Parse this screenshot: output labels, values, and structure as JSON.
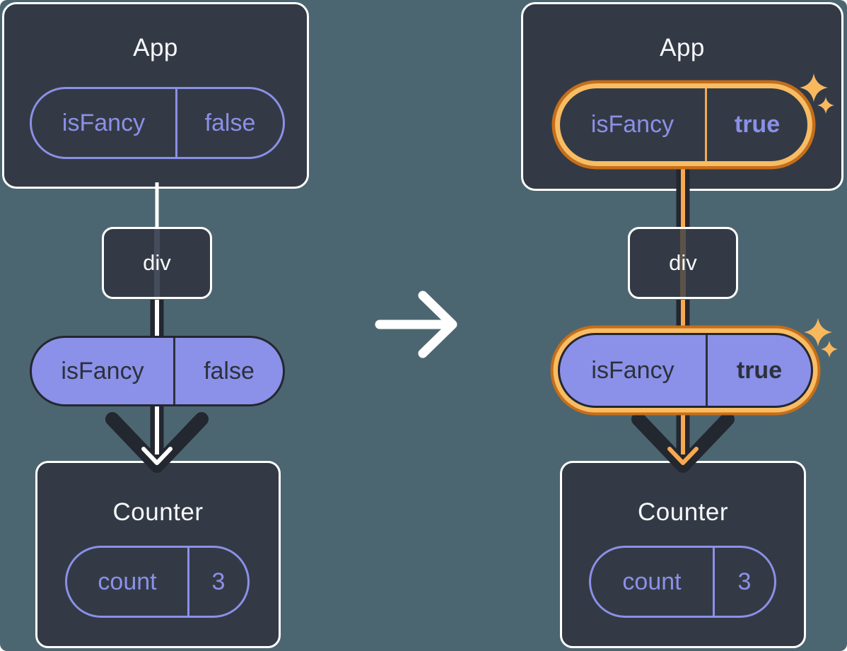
{
  "colors": {
    "background": "#4c6671",
    "node_fill": "#333a45",
    "node_border": "#ffffff",
    "accent_purple": "#8b90e8",
    "ink_dark": "#23272f",
    "highlight_orange_dark": "#c66e1a",
    "highlight_orange_light": "#f8bc63",
    "highlight_flow_core": "#f8a950",
    "sparkle": "#f8b85e"
  },
  "icons": {
    "transition": "right-arrow-icon",
    "highlight": "sparkle-icon"
  },
  "before": {
    "app_title": "App",
    "app_state": {
      "key": "isFancy",
      "value": "false"
    },
    "div_label": "div",
    "prop": {
      "key": "isFancy",
      "value": "false"
    },
    "counter_title": "Counter",
    "counter_state": {
      "key": "count",
      "value": "3"
    }
  },
  "after": {
    "app_title": "App",
    "app_state": {
      "key": "isFancy",
      "value": "true"
    },
    "div_label": "div",
    "prop": {
      "key": "isFancy",
      "value": "true"
    },
    "counter_title": "Counter",
    "counter_state": {
      "key": "count",
      "value": "3"
    }
  }
}
